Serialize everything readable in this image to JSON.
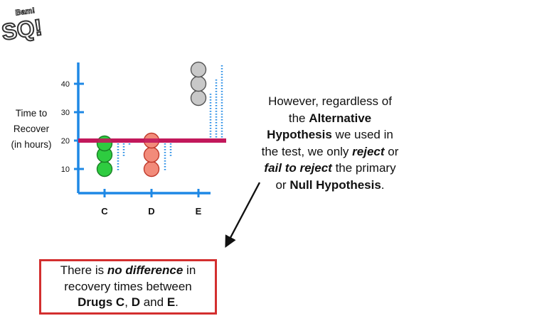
{
  "logo": {
    "line1": "Bam!",
    "line2": "SQ!"
  },
  "chart_data": {
    "type": "scatter",
    "ylabel": [
      "Time to",
      "Recover",
      "(in hours)"
    ],
    "yticks": [
      10,
      20,
      30,
      40
    ],
    "ylim": [
      3,
      48
    ],
    "categories": [
      "C",
      "D",
      "E"
    ],
    "series": [
      {
        "category": "C",
        "values": [
          10,
          15,
          19
        ],
        "color": "#2ecc40",
        "stroke": "#1a7f25"
      },
      {
        "category": "D",
        "values": [
          10,
          15,
          20
        ],
        "color": "#f28b7a",
        "stroke": "#c0392b"
      },
      {
        "category": "E",
        "values": [
          35,
          40,
          45
        ],
        "color": "#c8c8c8",
        "stroke": "#555555"
      }
    ],
    "reference_line": {
      "value": 20,
      "color": "#c2185b"
    },
    "residuals": [
      {
        "category": "C",
        "values": [
          10,
          15,
          19
        ]
      },
      {
        "category": "D",
        "values": [
          10,
          15,
          20
        ]
      },
      {
        "category": "E",
        "values": [
          35,
          40,
          45
        ]
      }
    ],
    "axis_color": "#1e88e5",
    "residual_color": "#1e88e5"
  },
  "explanation": {
    "p1": "However, regardless of",
    "p2": "the",
    "b1": "Alternative",
    "b2": "Hypothesis",
    "p3": "we used in",
    "p4": "the test, we only",
    "bi1": "reject",
    "p5": "or",
    "bi2": "fail to reject",
    "p6": "the primary",
    "p7": "or",
    "b3": "Null Hypothesis",
    "p8": "."
  },
  "conclusion": {
    "p1": "There is",
    "bi1": "no difference",
    "p2": "in",
    "p3": "recovery times between",
    "b1": "Drugs C",
    "p4": ",",
    "b2": "D",
    "p5": "and",
    "b3": "E",
    "p6": "."
  },
  "colors": {
    "box_border": "#d32f2f",
    "arrow": "#111111"
  }
}
